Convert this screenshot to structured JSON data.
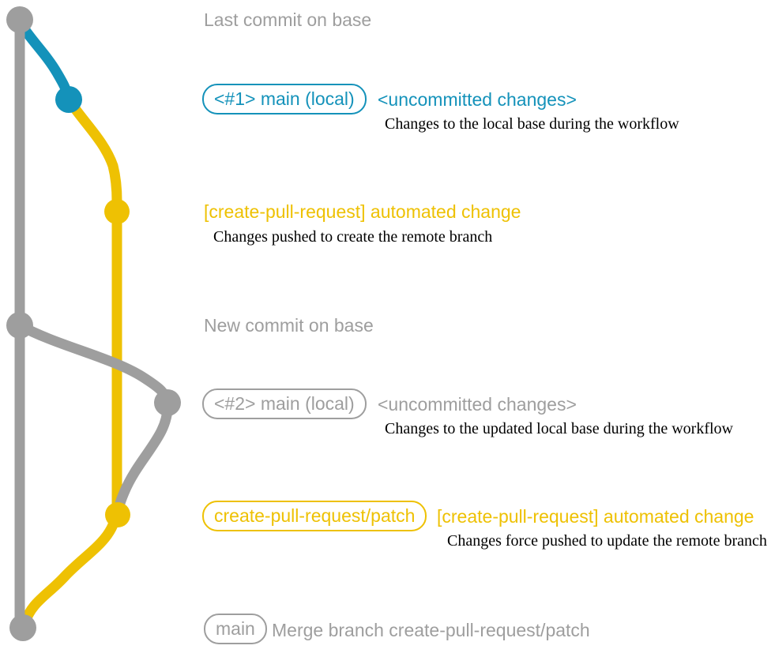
{
  "colors": {
    "gray": "#9e9e9e",
    "blue": "#1492ba",
    "yellow": "#eec103",
    "dark": "#000000"
  },
  "diagram": {
    "type": "git-graph",
    "branches": [
      {
        "name": "base (main)",
        "color": "gray"
      },
      {
        "name": "main (local)",
        "color": "blue"
      },
      {
        "name": "create-pull-request/patch",
        "color": "yellow"
      }
    ],
    "commits": [
      {
        "id": "last-commit-on-base",
        "branch": "base",
        "color": "gray"
      },
      {
        "id": "local-uncommitted-1",
        "branch": "main (local)",
        "color": "blue"
      },
      {
        "id": "automated-change-1",
        "branch": "create-pull-request/patch",
        "color": "yellow"
      },
      {
        "id": "new-commit-on-base",
        "branch": "base",
        "color": "gray"
      },
      {
        "id": "local-uncommitted-2",
        "branch": "main (local)",
        "color": "gray"
      },
      {
        "id": "automated-change-2",
        "branch": "create-pull-request/patch",
        "color": "yellow"
      },
      {
        "id": "merge-commit",
        "branch": "base",
        "color": "gray"
      }
    ]
  },
  "annotations": {
    "last_commit": {
      "text": "Last commit on base"
    },
    "row1": {
      "badge": "<#1> main (local)",
      "note": "<uncommitted changes>",
      "desc": "Changes to the local base during the workflow"
    },
    "row2": {
      "label": "[create-pull-request] automated change",
      "desc": "Changes pushed to create the remote branch"
    },
    "new_commit": {
      "text": "New commit on base"
    },
    "row3": {
      "badge": "<#2> main (local)",
      "note": "<uncommitted changes>",
      "desc": "Changes to the updated local base during the workflow"
    },
    "row4": {
      "badge": "create-pull-request/patch",
      "label": "[create-pull-request] automated change",
      "desc": "Changes force pushed to update the remote branch"
    },
    "row5": {
      "badge": "main",
      "text": "Merge branch create-pull-request/patch"
    }
  }
}
